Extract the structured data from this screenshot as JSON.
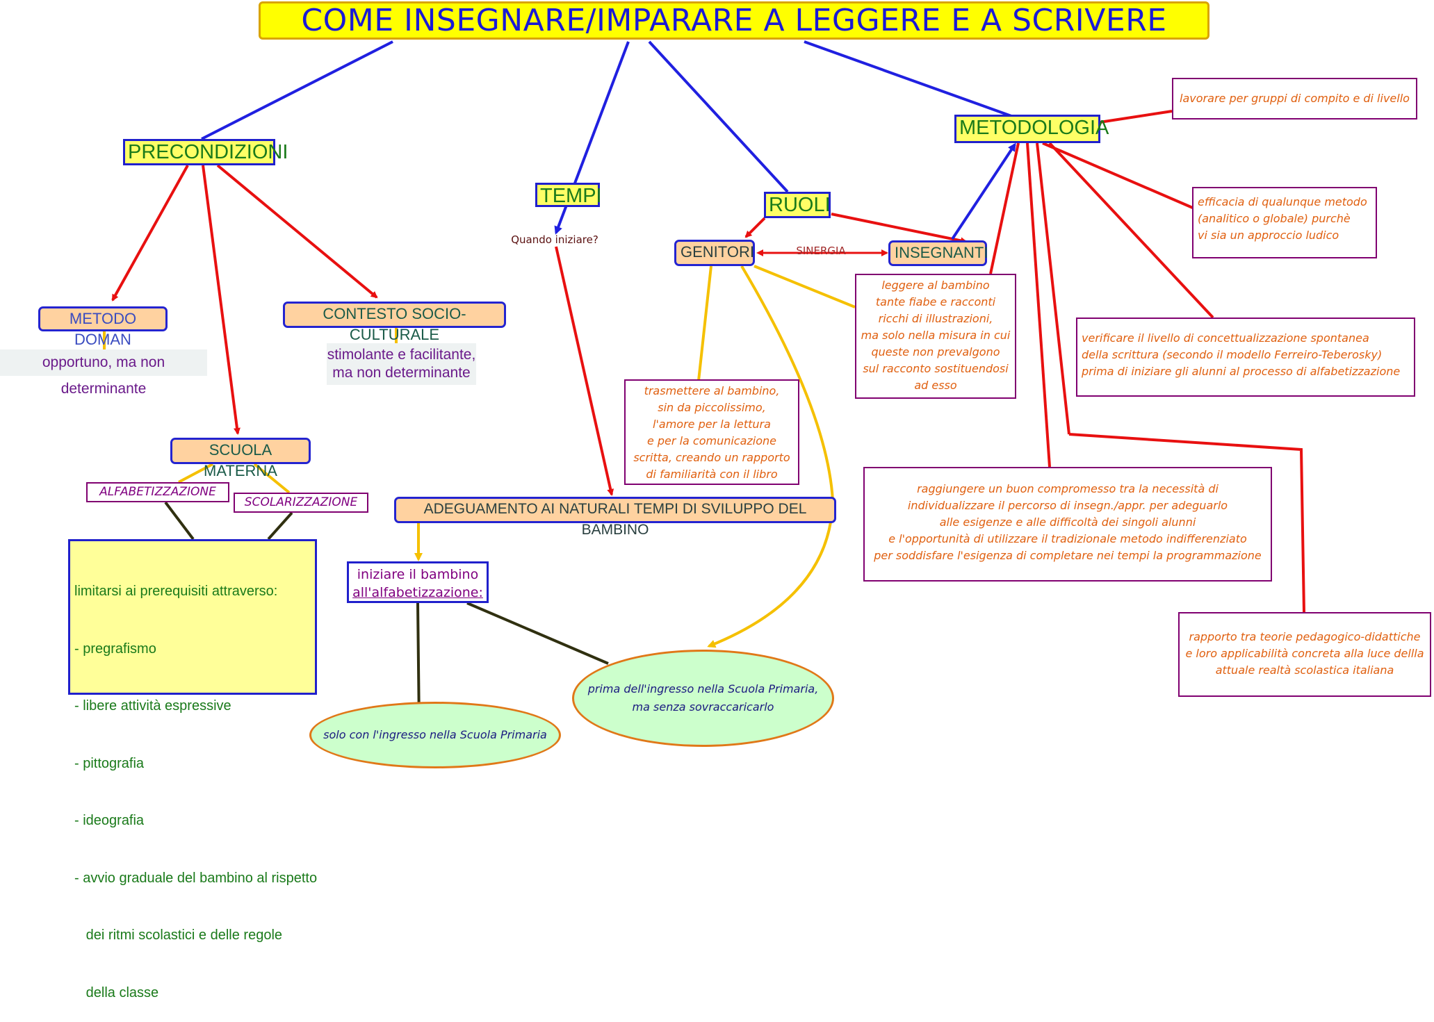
{
  "title": "COME INSEGNARE/IMPARARE A LEGGERE E A SCRIVERE",
  "nodes": {
    "precondizioni": "PRECONDIZIONI",
    "tempi": "TEMPI",
    "ruoli": "RUOLI",
    "metodologia": "METODOLOGIA",
    "metodo_doman": "METODO DOMAN",
    "opportuno": "opportuno, ma non determinante",
    "contesto": "CONTESTO SOCIO-CULTURALE",
    "stimolante_1": "stimolante e facilitante,",
    "stimolante_2": "ma non determinante",
    "scuola_materna": "SCUOLA MATERNA",
    "alfabetizzazione": "ALFABETIZZAZIONE",
    "scolarizzazione": "SCOLARIZZAZIONE",
    "prerequisiti": [
      "limitarsi ai prerequisiti attraverso:",
      "- pregrafismo",
      "- libere attività espressive",
      "- pittografia",
      "- ideografia",
      "- avvio graduale del bambino al rispetto",
      "   dei ritmi scolastici e delle regole",
      "   della classe"
    ],
    "quando_iniziare": "Quando iniziare?",
    "adeguamento": "ADEGUAMENTO AI NATURALI TEMPI DI SVILUPPO DEL BAMBINO",
    "iniziare_1": "iniziare il bambino",
    "iniziare_2": "all'alfabetizzazione:",
    "solo_con": "solo con l'ingresso nella Scuola Primaria",
    "prima_1": "prima dell'ingresso nella Scuola Primaria,",
    "prima_2": "ma senza sovraccaricarlo",
    "genitori": "GENITORI",
    "sinergia": "SINERGIA",
    "insegnanti": "INSEGNANTI",
    "leggere": [
      "leggere al bambino",
      "tante fiabe e racconti",
      "ricchi di illustrazioni,",
      "ma solo nella misura in cui",
      "queste non prevalgono",
      "sul racconto sostituendosi",
      "ad esso"
    ],
    "trasmettere": [
      "trasmettere al bambino,",
      "sin da piccolissimo,",
      "l'amore per la lettura",
      "e per la comunicazione",
      "scritta, creando un rapporto",
      "di familiarità con il libro"
    ],
    "lavorare": "lavorare per gruppi di compito e di livello",
    "efficacia": [
      "efficacia di qualunque metodo",
      "(analitico o globale) purchè",
      "vi sia un approccio ludico"
    ],
    "verificare": [
      "verificare il livello di concettualizzazione spontanea",
      "della scrittura (secondo il modello Ferreiro-Teberosky)",
      "prima di iniziare gli alunni al processo di alfabetizzazione"
    ],
    "raggiungere": [
      "raggiungere un buon compromesso tra la necessità di",
      "individualizzare il percorso di insegn./appr. per adeguarlo",
      "alle esigenze e alle difficoltà dei singoli alunni",
      "e l'opportunità di utilizzare il tradizionale metodo indifferenziato",
      "per soddisfare l'esigenza di completare nei tempi la programmazione"
    ],
    "rapporto": [
      "rapporto tra teorie pedagogico-didattiche",
      "e loro applicabilità concreta alla luce dellla",
      "attuale realtà scolastica italiana"
    ]
  }
}
